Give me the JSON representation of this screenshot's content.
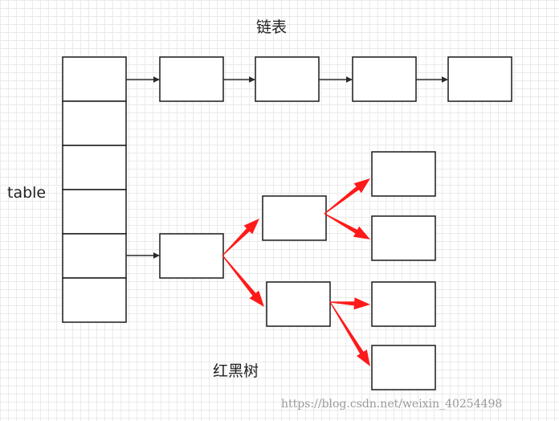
{
  "labels": {
    "linked_list": "链表",
    "table": "table",
    "red_black_tree": "红黑树"
  },
  "watermark": "https://blog.csdn.net/weixin_40254498",
  "colors": {
    "grid": "#eaeaea",
    "box_stroke": "#1a1a1a",
    "list_arrow": "#2b2b2b",
    "tree_arrow": "#ff1a1a"
  }
}
